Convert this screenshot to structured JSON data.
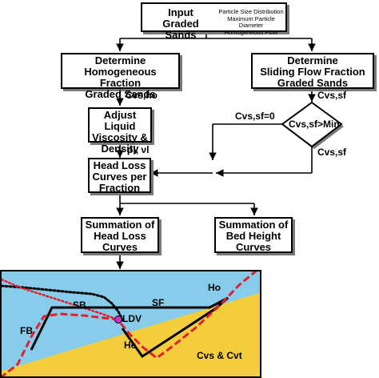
{
  "input": {
    "line1": "Input",
    "line2": "Graded Sands",
    "notes": [
      "Particle Size Distribution",
      "Maximum Particle Diameter",
      "Homogeneous Flow"
    ]
  },
  "homogeneous": [
    "Determine",
    "Homogeneous Fraction",
    "Graded Sands"
  ],
  "sliding": [
    "Determine",
    "Sliding Flow Fraction",
    "Graded Sands"
  ],
  "adjust": [
    "Adjust Liquid",
    "Viscosity &",
    "Density"
  ],
  "headloss": [
    "Head Loss",
    "Curves per",
    "Fraction"
  ],
  "sum_headloss": [
    "Summation of",
    "Head Loss",
    "Curves"
  ],
  "sum_bed": [
    "Summation of",
    "Bed Height",
    "Curves"
  ],
  "decision": "Cvs,sf>Min",
  "labels": {
    "cvs_ho": "Cvs,ho",
    "cvs_sf_top": "Cvs,sf",
    "cvs_sf_zero": "Cvs,sf=0",
    "cvs_sf_bottom": "Cvs,sf",
    "rho_nu": "ρl, νl"
  },
  "plot": {
    "labels": {
      "fb": "FB",
      "sb": "SB",
      "ldv": "LDV",
      "sf": "SF",
      "ho": "Ho",
      "he": "He",
      "cvs": "Cvs & Cvt"
    },
    "colors": {
      "sky": "#87cdeb",
      "sand": "#f3cd3c",
      "black_curve": "#000000",
      "red_curve": "#e0202e",
      "marker": "#cc33cc"
    }
  }
}
